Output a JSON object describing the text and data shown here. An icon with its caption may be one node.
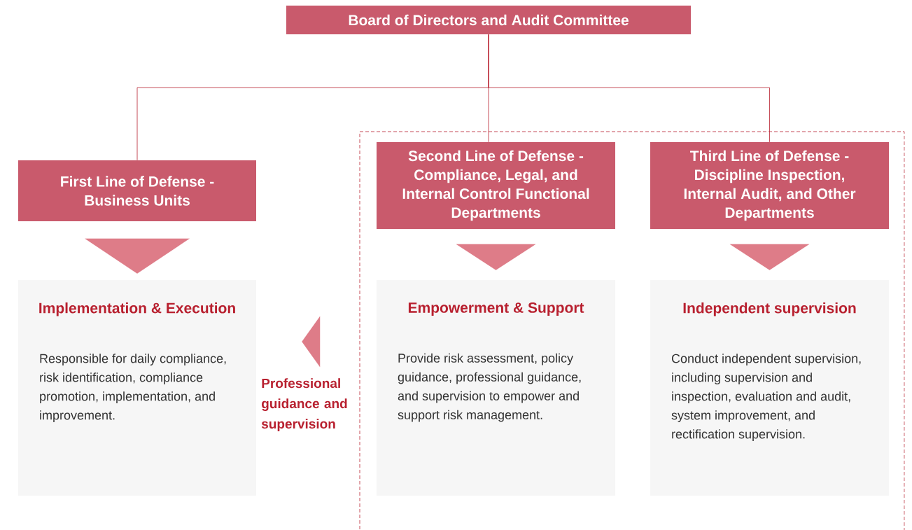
{
  "diagram": {
    "nodes": [
      {
        "text": [
          "Board of Directors and Audit Committee"
        ]
      },
      {
        "text": [
          "First Line of Defense - Business Units"
        ]
      },
      {
        "text": [
          "Implementation & Execution",
          "Responsible for daily compliance, risk identification, compliance promotion, implementation, and improvement."
        ]
      },
      {
        "text": [],
        "shape": "box"
      },
      {
        "text": [
          "Second Line of Defense - Compliance, Legal, and Internal Control Functional Departments"
        ],
        "in": 3
      },
      {
        "text": [
          "Empowerment & Support",
          "Provide risk assessment, policy guidance, professional guidance, and supervision to empower and support risk management."
        ],
        "in": 3
      },
      {
        "text": [
          "Third Line of Defense - Discipline Inspection, Internal Audit, and Other Departments"
        ],
        "in": 3
      },
      {
        "text": [
          "Independent supervision",
          "Conduct independent supervision, including supervision and inspection, evaluation and audit, system improvement, and rectification supervision."
        ],
        "in": 3
      }
    ],
    "edges": [
      {
        "from": 0,
        "to": 1,
        "arrow": "none"
      },
      {
        "from": 0,
        "to": 4,
        "arrow": "none"
      },
      {
        "from": 0,
        "to": 6,
        "arrow": "none"
      },
      {
        "from": 1,
        "to": 2,
        "arrow": "to"
      },
      {
        "from": 4,
        "to": 5,
        "arrow": "to"
      },
      {
        "from": 6,
        "to": 7,
        "arrow": "to"
      },
      {
        "from": 3,
        "to": 2,
        "arrow": "to",
        "label": "Professional guidance and supervision"
      }
    ]
  }
}
